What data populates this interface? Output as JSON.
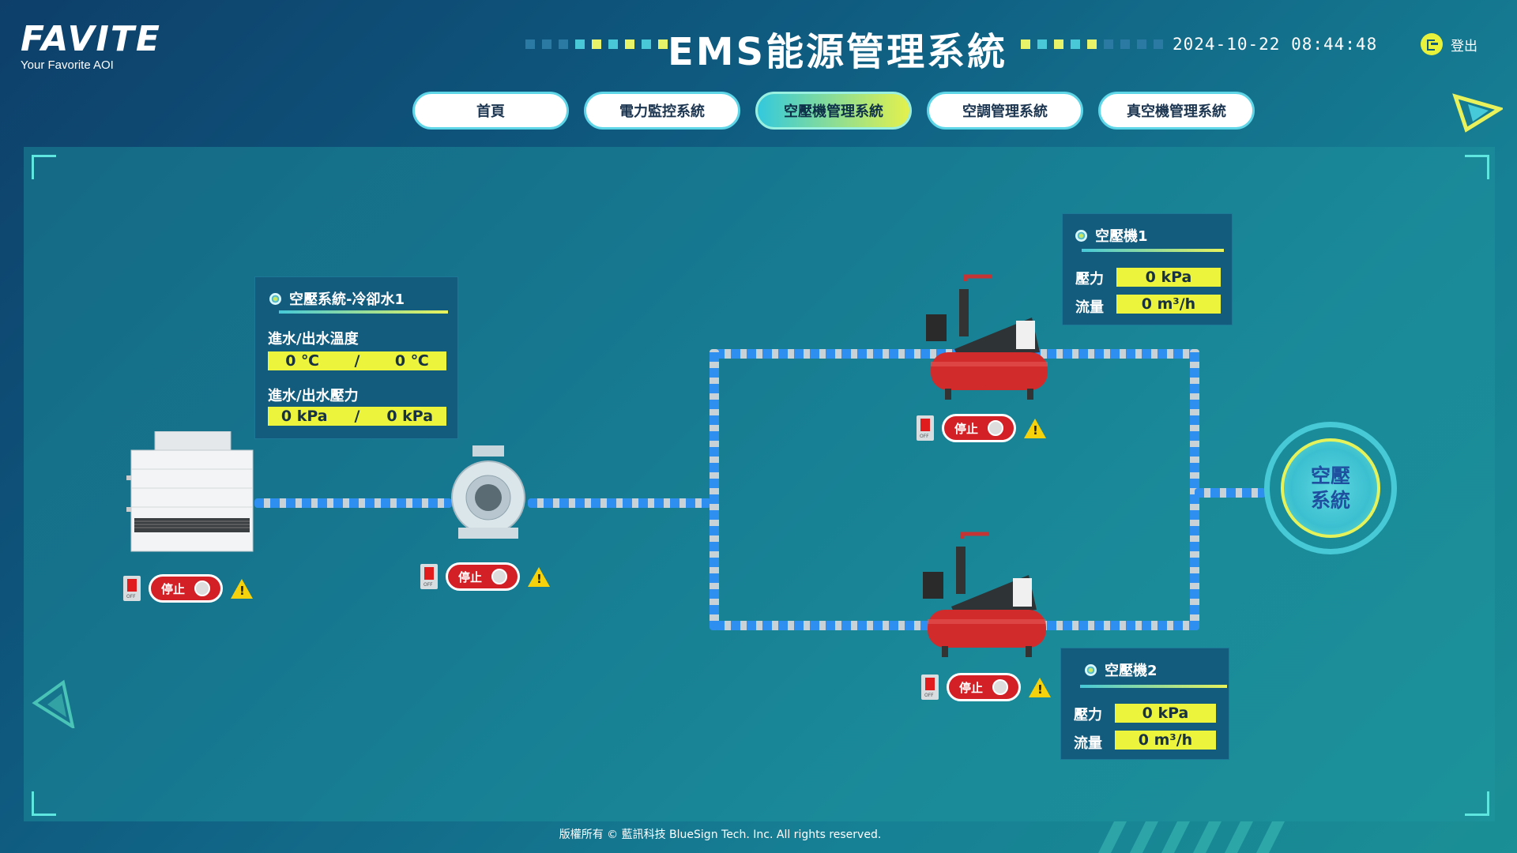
{
  "header": {
    "logo_text": "FAVITE",
    "logo_tagline": "Your Favorite AOI",
    "title": "EMS能源管理系統",
    "datetime": "2024-10-22 08:44:48",
    "logout_label": "登出"
  },
  "nav": {
    "tabs": [
      {
        "label": "首頁",
        "active": false
      },
      {
        "label": "電力監控系統",
        "active": false
      },
      {
        "label": "空壓機管理系統",
        "active": true
      },
      {
        "label": "空調管理系統",
        "active": false
      },
      {
        "label": "真空機管理系統",
        "active": false
      }
    ]
  },
  "cooling": {
    "title": "空壓系統-冷卻水1",
    "temp_label": "進水/出水溫度",
    "temp_in": "0 ℃",
    "temp_out": "0 ℃",
    "pressure_label": "進水/出水壓力",
    "pressure_in": "0 kPa",
    "pressure_out": "0 kPa",
    "separator": "/"
  },
  "compressor1": {
    "title": "空壓機1",
    "pressure_label": "壓力",
    "pressure": "0 kPa",
    "flow_label": "流量",
    "flow": "0 m³/h"
  },
  "compressor2": {
    "title": "空壓機2",
    "pressure_label": "壓力",
    "pressure": "0 kPa",
    "flow_label": "流量",
    "flow": "0 m³/h"
  },
  "controls": {
    "stop_label": "停止",
    "warn_glyph": "!"
  },
  "air_system": {
    "line1": "空壓",
    "line2": "系統"
  },
  "footer": {
    "copyright": "版權所有 © 藍訊科技 BlueSign Tech. Inc. All rights reserved."
  },
  "colors": {
    "accent_yellow": "#ecf53b",
    "accent_cyan": "#46c9d8",
    "stop_red": "#d31f26",
    "pipe_flow_blue": "#2f8ff0"
  }
}
